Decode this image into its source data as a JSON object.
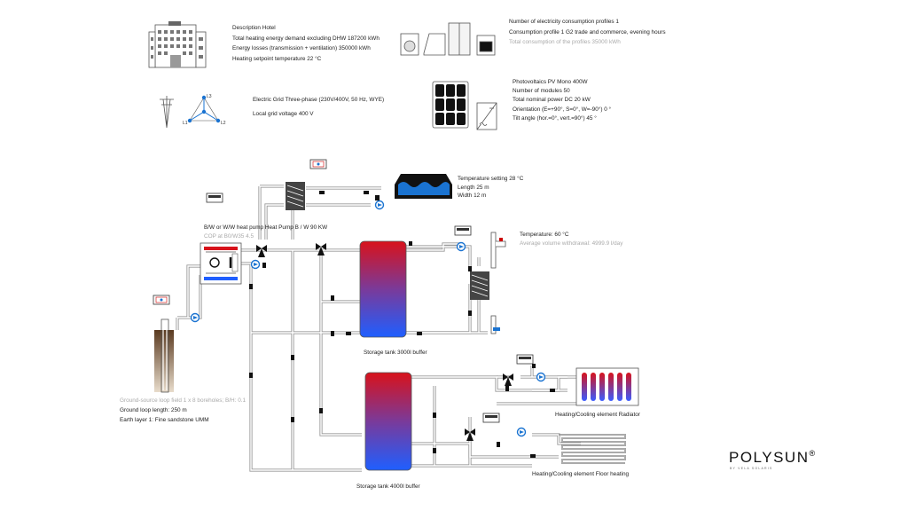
{
  "hotel": {
    "title": "Description Hotel",
    "heating_demand": "Total heating energy demand excluding DHW 187200 kWh",
    "energy_losses": "Energy losses (transmission + ventilation) 350000 kWh",
    "setpoint": "Heating setpoint temperature 22 °C"
  },
  "electricity": {
    "profiles_count": "Number of electricity consumption profiles 1",
    "profile_1": "Consumption profile 1 G2 trade and commerce, evening hours",
    "total_consumption": "Total consumption of the profiles 35000 kWh"
  },
  "grid": {
    "type": "Electric Grid Three-phase (230V/400V, 50 Hz, WYE)",
    "voltage": "Local grid voltage 400 V",
    "phase_labels": [
      "L1",
      "L2",
      "L3"
    ]
  },
  "pv": {
    "model": "Photovoltaics PV Mono 400W",
    "modules": "Number of modules 50",
    "power": "Total nominal power DC 20 kW",
    "orientation": "Orientation (E=+90°, S=0°, W=-90°) 0 °",
    "tilt": "Tilt angle (hor.=0°, vert.=90°) 45 °"
  },
  "pool": {
    "temperature": "Temperature setting 28 °C",
    "length": "Length 25 m",
    "width": "Width 12 m"
  },
  "heat_pump": {
    "model": "B/W or W/W heat pump Heat Pump B / W 90 KW",
    "cop": "COP at B0/W35 4.5"
  },
  "dhw": {
    "temperature": "Temperature: 60 °C",
    "withdrawal": "Average volume withdrawal: 4999.9 l/day"
  },
  "tank1": {
    "label": "Storage tank 3000l buffer"
  },
  "tank2": {
    "label": "Storage tank 4000l buffer"
  },
  "ground": {
    "field": "Ground-source loop field  1 x 8 boreholes; B/H: 0.1",
    "loop_length": "Ground loop length: 250 m",
    "earth_layer": "Earth layer 1: Fine sandstone UMM"
  },
  "radiator": {
    "label": "Heating/Cooling element Radiator"
  },
  "floor": {
    "label": "Heating/Cooling element Floor heating"
  },
  "brand": {
    "name": "POLYSUN",
    "mark": "®",
    "tagline": "BY VELA SOLARIS"
  },
  "colors": {
    "hot": "#d8121b",
    "cold": "#1f5fff",
    "pipe": "#9a9a9a",
    "pump": "#1a73d1"
  }
}
